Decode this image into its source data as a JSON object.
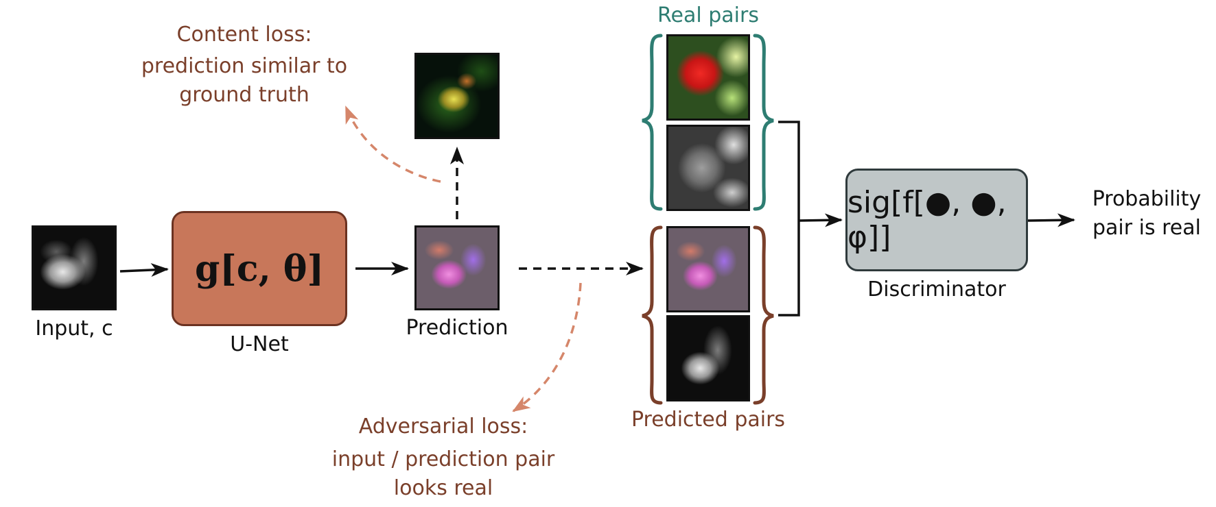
{
  "labels": {
    "input": "Input, c",
    "unet_caption": "U-Net",
    "unet_formula": "g[c, θ]",
    "prediction": "Prediction",
    "content_loss_1": "Content loss:",
    "content_loss_2": "prediction similar to",
    "content_loss_3": "ground truth",
    "adversarial_loss_1": "Adversarial loss:",
    "adversarial_loss_2": "input / prediction pair",
    "adversarial_loss_3": "looks real",
    "real_pairs": "Real pairs",
    "predicted_pairs": "Predicted pairs",
    "discriminator_formula": "sig[f[●, ●, φ]]",
    "discriminator_caption": "Discriminator",
    "output_1": "Probability",
    "output_2": "pair is real"
  },
  "colors": {
    "unet_fill": "#c8775a",
    "unet_border": "#6b3221",
    "discriminator_fill": "#bfc6c7",
    "discriminator_border": "#2f3a3c",
    "loss_text": "#7a3f2a",
    "loss_arrow": "#d5866a",
    "real_bracket": "#2e7d72",
    "predicted_bracket": "#7a3f2a"
  }
}
